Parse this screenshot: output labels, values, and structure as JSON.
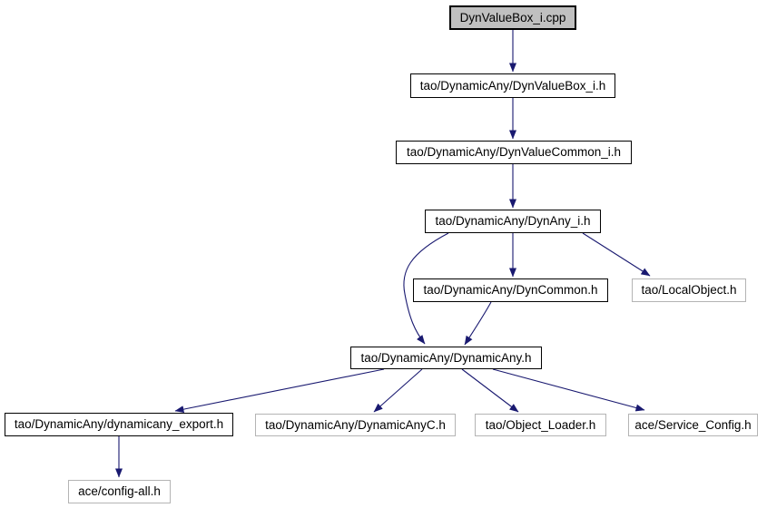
{
  "diagram": {
    "type": "include-dependency-graph",
    "root_file": "DynValueBox_i.cpp",
    "nodes": [
      {
        "id": "dynvaluebox-cpp",
        "label": "DynValueBox_i.cpp",
        "kind": "source-file"
      },
      {
        "id": "dynvaluebox-i-h",
        "label": "tao/DynamicAny/DynValueBox_i.h",
        "kind": "header"
      },
      {
        "id": "dynvaluecommon-i-h",
        "label": "tao/DynamicAny/DynValueCommon_i.h",
        "kind": "header"
      },
      {
        "id": "dynany-i-h",
        "label": "tao/DynamicAny/DynAny_i.h",
        "kind": "header"
      },
      {
        "id": "dyncommon-h",
        "label": "tao/DynamicAny/DynCommon.h",
        "kind": "header"
      },
      {
        "id": "localobject-h",
        "label": "tao/LocalObject.h",
        "kind": "leaf-header"
      },
      {
        "id": "dynamicany-h",
        "label": "tao/DynamicAny/DynamicAny.h",
        "kind": "header"
      },
      {
        "id": "dynamicany-export-h",
        "label": "tao/DynamicAny/dynamicany_export.h",
        "kind": "header"
      },
      {
        "id": "dynamicanyc-h",
        "label": "tao/DynamicAny/DynamicAnyC.h",
        "kind": "leaf-header"
      },
      {
        "id": "object-loader-h",
        "label": "tao/Object_Loader.h",
        "kind": "leaf-header"
      },
      {
        "id": "service-config-h",
        "label": "ace/Service_Config.h",
        "kind": "leaf-header"
      },
      {
        "id": "config-all-h",
        "label": "ace/config-all.h",
        "kind": "leaf-header"
      }
    ],
    "edges": [
      {
        "from": "dynvaluebox-cpp",
        "to": "dynvaluebox-i-h"
      },
      {
        "from": "dynvaluebox-i-h",
        "to": "dynvaluecommon-i-h"
      },
      {
        "from": "dynvaluecommon-i-h",
        "to": "dynany-i-h"
      },
      {
        "from": "dynany-i-h",
        "to": "dyncommon-h"
      },
      {
        "from": "dynany-i-h",
        "to": "localobject-h"
      },
      {
        "from": "dynany-i-h",
        "to": "dynamicany-h"
      },
      {
        "from": "dyncommon-h",
        "to": "dynamicany-h"
      },
      {
        "from": "dynamicany-h",
        "to": "dynamicany-export-h"
      },
      {
        "from": "dynamicany-h",
        "to": "dynamicanyc-h"
      },
      {
        "from": "dynamicany-h",
        "to": "object-loader-h"
      },
      {
        "from": "dynamicany-h",
        "to": "service-config-h"
      },
      {
        "from": "dynamicany-export-h",
        "to": "config-all-h"
      }
    ]
  },
  "colors": {
    "edge_color": "#191970",
    "node_border": "#000000",
    "leaf_border": "#b4b4b4",
    "root_fill": "#c0c0c0",
    "node_fill": "#ffffff",
    "text_color": "#000000",
    "page_bg": "#ffffff"
  }
}
